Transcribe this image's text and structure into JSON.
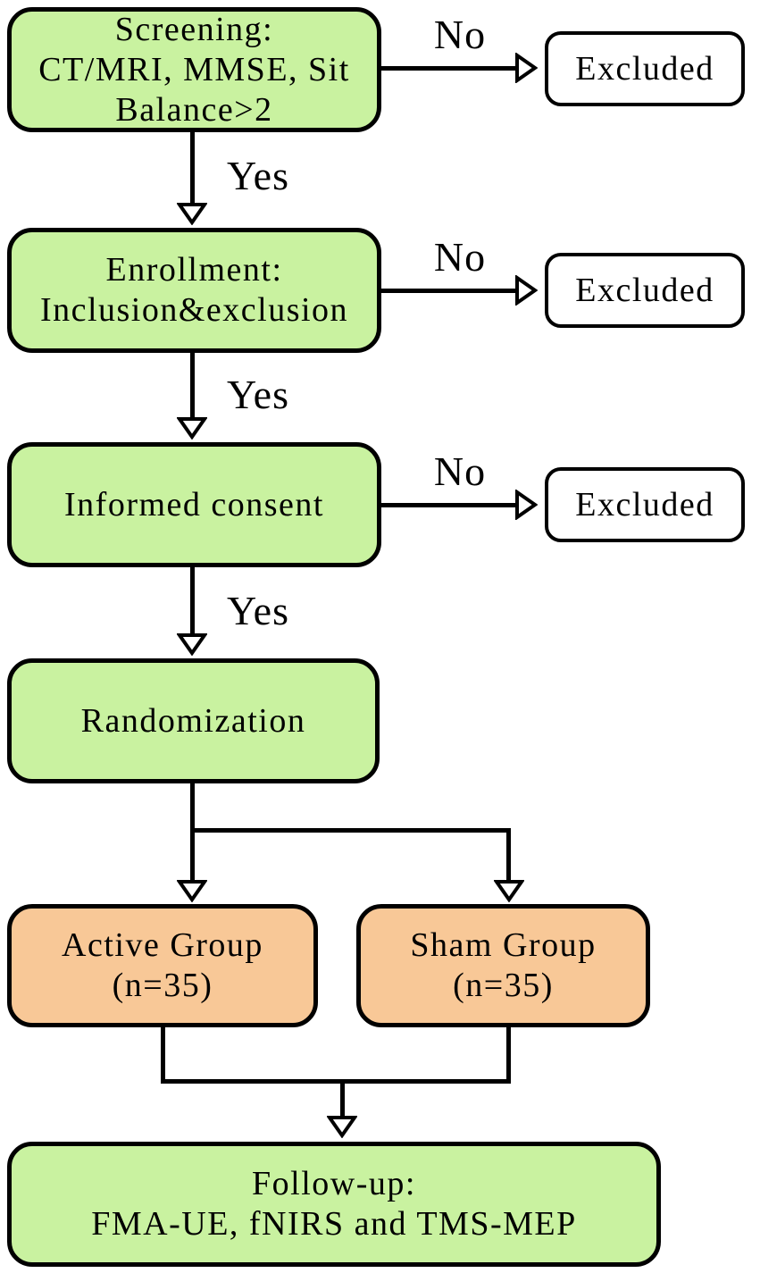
{
  "diagram_type": "clinical-trial-flowchart",
  "nodes": {
    "screening": {
      "line1": "Screening:",
      "line2": "CT/MRI, MMSE, Sit",
      "line3": "Balance>2"
    },
    "excluded_1": {
      "label": "Excluded"
    },
    "enrollment": {
      "line1": "Enrollment:",
      "line2": "Inclusion&exclusion"
    },
    "excluded_2": {
      "label": "Excluded"
    },
    "informed_consent": {
      "label": "Informed consent"
    },
    "excluded_3": {
      "label": "Excluded"
    },
    "randomization": {
      "label": "Randomization"
    },
    "active_group": {
      "line1": "Active Group",
      "line2": "(n=35)"
    },
    "sham_group": {
      "line1": "Sham Group",
      "line2": "(n=35)"
    },
    "follow_up": {
      "line1": "Follow-up:",
      "line2": "FMA-UE, fNIRS and TMS-MEP"
    }
  },
  "edge_labels": {
    "no_1": "No",
    "no_2": "No",
    "no_3": "No",
    "yes_1": "Yes",
    "yes_2": "Yes",
    "yes_3": "Yes"
  },
  "colors": {
    "process_fill": "#c9f2a0",
    "group_fill": "#f8c897",
    "excluded_fill": "#ffffff",
    "stroke": "#000000"
  }
}
